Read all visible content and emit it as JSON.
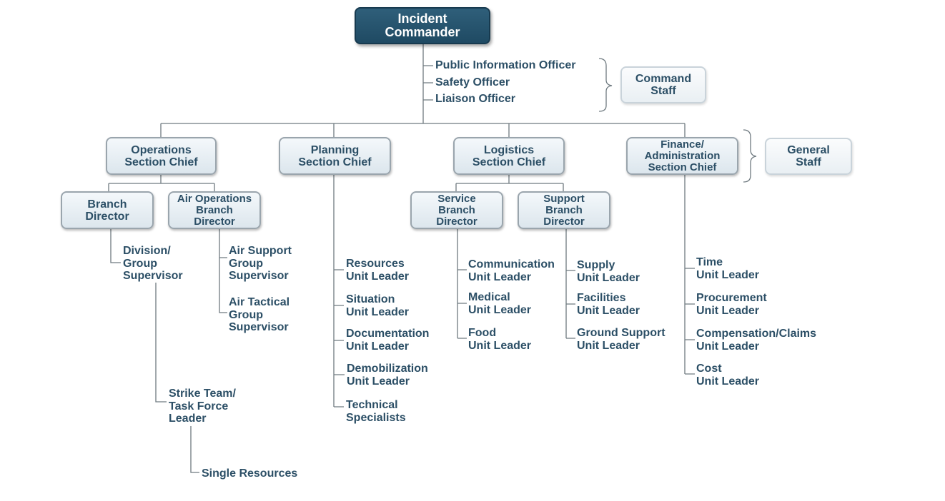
{
  "incident_commander": "Incident\nCommander",
  "command_staff_members": [
    "Public Information Officer",
    "Safety Officer",
    "Liaison Officer"
  ],
  "command_staff_label": "Command\nStaff",
  "general_staff_label": "General\nStaff",
  "sections": {
    "operations": "Operations\nSection Chief",
    "planning": "Planning\nSection Chief",
    "logistics": "Logistics\nSection Chief",
    "finance": "Finance/\nAdministration\nSection Chief"
  },
  "operations": {
    "branch_director": "Branch\nDirector",
    "air_ops_branch_director": "Air Operations\nBranch\nDirector",
    "division_group_supervisor": "Division/\nGroup\nSupervisor",
    "air_support_group_supervisor": "Air Support\nGroup\nSupervisor",
    "air_tactical_group_supervisor": "Air Tactical\nGroup\nSupervisor",
    "strike_team_leader": "Strike Team/\nTask Force\nLeader",
    "single_resources": "Single Resources"
  },
  "planning_units": [
    "Resources\nUnit Leader",
    "Situation\nUnit Leader",
    "Documentation\nUnit Leader",
    "Demobilization\nUnit Leader",
    "Technical\nSpecialists"
  ],
  "logistics": {
    "service_branch_director": "Service\nBranch\nDirector",
    "support_branch_director": "Support\nBranch\nDirector",
    "service_units": [
      "Communication\nUnit Leader",
      "Medical\nUnit Leader",
      "Food\nUnit Leader"
    ],
    "support_units": [
      "Supply\nUnit Leader",
      "Facilities\nUnit Leader",
      "Ground Support\nUnit Leader"
    ]
  },
  "finance_units": [
    "Time\nUnit Leader",
    "Procurement\nUnit Leader",
    "Compensation/Claims\nUnit Leader",
    "Cost\nUnit Leader"
  ],
  "colors": {
    "text": "#2c4f66",
    "top_box": "#2a5672",
    "line": "#6f7a80",
    "box_border": "#9aa5ad"
  }
}
